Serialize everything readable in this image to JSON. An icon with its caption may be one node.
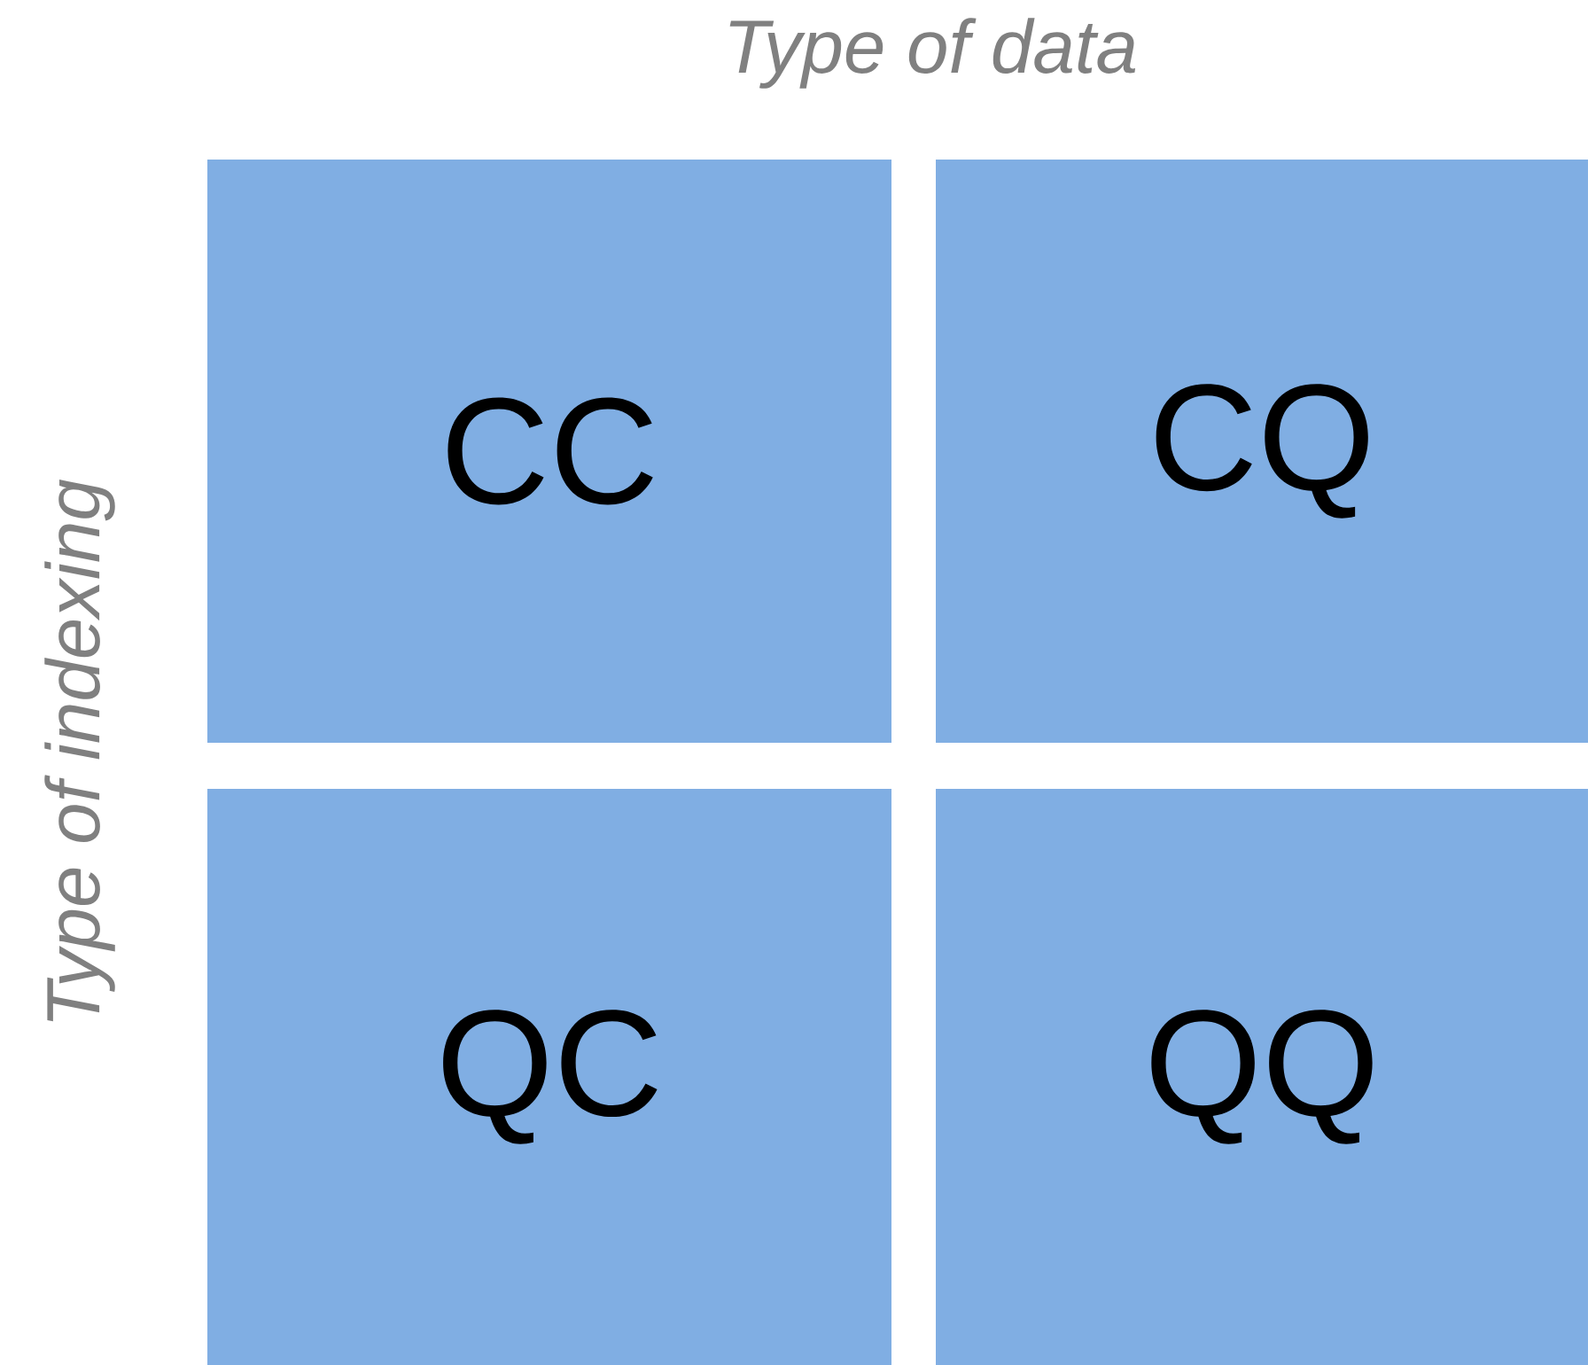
{
  "diagram": {
    "nodes": [
      {
        "text": [
          "CC"
        ]
      },
      {
        "text": [
          "CQ"
        ]
      },
      {
        "text": [
          "QC"
        ]
      },
      {
        "text": [
          "QQ"
        ]
      }
    ],
    "edges": [],
    "labels": [
      "Type of data",
      "Type of indexing"
    ]
  }
}
